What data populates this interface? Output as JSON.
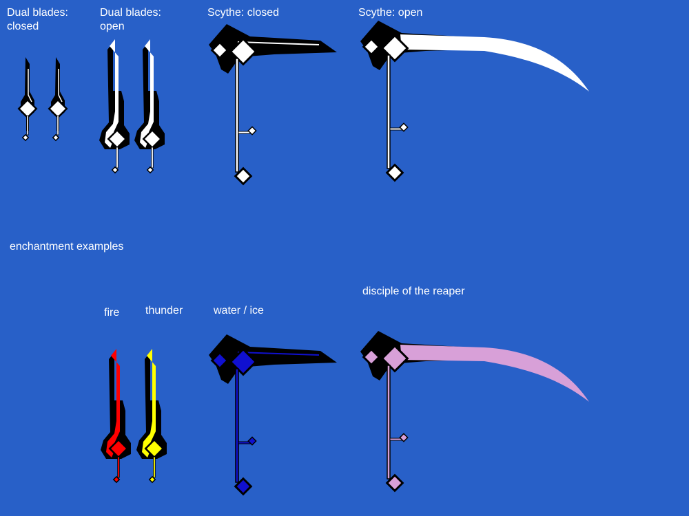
{
  "background": "#2860c8",
  "labels": {
    "dual_closed_l1": "Dual blades:",
    "dual_closed_l2": "closed",
    "dual_open_l1": "Dual blades:",
    "dual_open_l2": "open",
    "scythe_closed": "Scythe: closed",
    "scythe_open": "Scythe: open",
    "enchant_heading": "enchantment examples",
    "fire": "fire",
    "thunder": "thunder",
    "water_ice": "water / ice",
    "reaper": "disciple of the reaper"
  },
  "colors": {
    "outline": "#000000",
    "base": "#ffffff",
    "fire": "#ff0000",
    "thunder": "#ffff00",
    "water_ice": "#1010d0",
    "reaper": "#d8a0d8"
  }
}
